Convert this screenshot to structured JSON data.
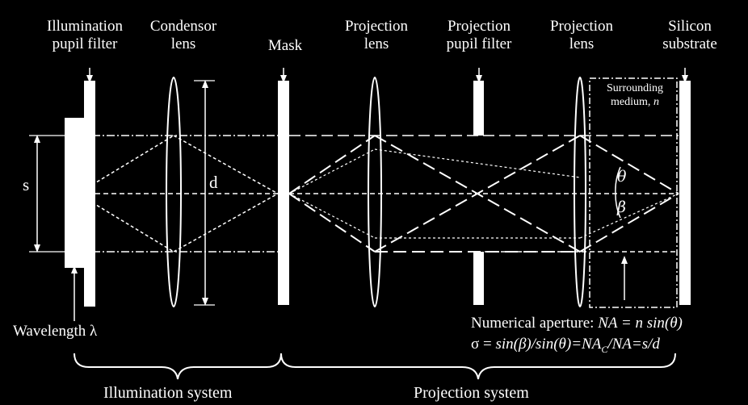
{
  "labels": {
    "illumination_pupil_filter": [
      "Illumination",
      "pupil filter"
    ],
    "condensor_lens": [
      "Condensor",
      "lens"
    ],
    "mask": "Mask",
    "projection_lens_1": [
      "Projection",
      "lens"
    ],
    "projection_pupil_filter": [
      "Projection",
      "pupil filter"
    ],
    "projection_lens_2": [
      "Projection",
      "lens"
    ],
    "silicon_substrate": [
      "Silicon",
      "substrate"
    ],
    "surrounding_medium": "Surrounding",
    "surrounding_medium_n": "medium, ",
    "n": "n",
    "s": "s",
    "d": "d",
    "theta": "θ",
    "beta": "β",
    "wavelength": "Wavelength λ",
    "illumination_system": "Illumination system",
    "projection_system": "Projection system"
  },
  "formulas": {
    "na_prefix": "Numerical aperture: ",
    "na_expr": "NA = n sin(θ)",
    "sigma_prefix": "σ = ",
    "sigma_expr_a": "sin(β)/sin(θ)=NA",
    "sigma_sub": "C",
    "sigma_expr_b": "/NA=s/d"
  },
  "colors": {
    "background": "#000000",
    "foreground": "#ffffff"
  }
}
